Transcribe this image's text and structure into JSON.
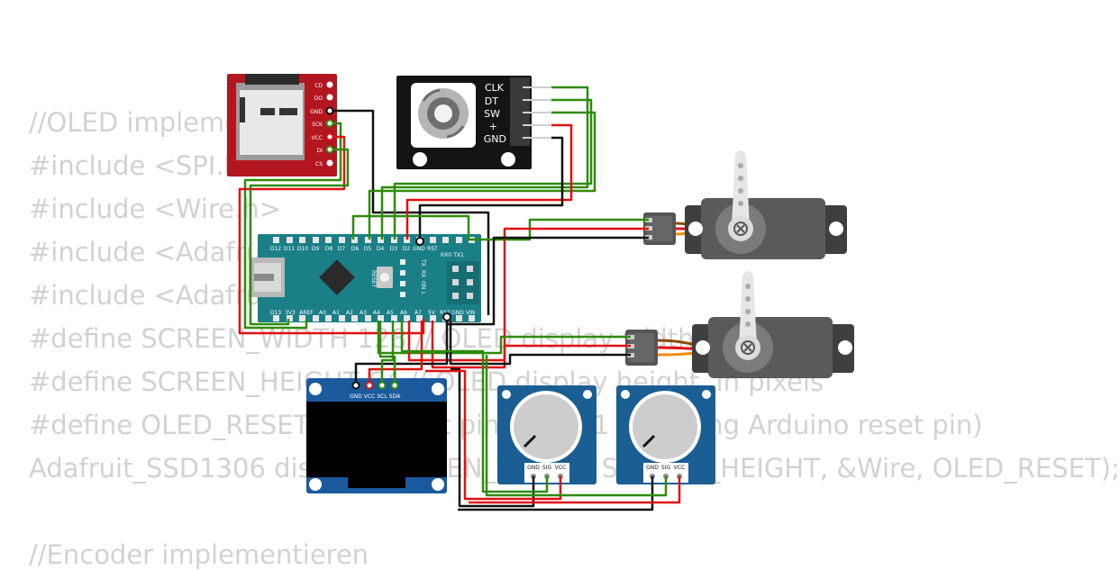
{
  "code_lines": [
    "//OLED implementieren",
    "#include <SPI.h>",
    "#include <Wire.h>",
    "#include <Adafruit_GFX.h>",
    "#include <Adafruit_SSD1306.h>",
    "#define SCREEN_WIDTH 128 // OLED display width, in pixels",
    "#define SCREEN_HEIGHT 64 // OLED display height, in pixels",
    "#define OLED_RESET -1 // Reset pin # (or -1 if sharing Arduino reset pin)",
    "Adafruit_SSD1306 display(SCREEN_WIDTH, SCREEN_HEIGHT, &Wire, OLED_RESET);",
    "",
    "//Encoder implementieren"
  ],
  "sd_module": {
    "pins": [
      "CD",
      "DO",
      "GND",
      "SCK",
      "VCC",
      "DI",
      "CS"
    ]
  },
  "encoder": {
    "pins": [
      "CLK",
      "DT",
      "SW",
      "+",
      "GND"
    ]
  },
  "arduino": {
    "top_pins": [
      "D12",
      "D11",
      "D10",
      "D9",
      "D8",
      "D7",
      "D6",
      "D5",
      "D4",
      "D3",
      "D2",
      "GND",
      "RST",
      "RX0",
      "TX1"
    ],
    "bottom_pins": [
      "D13",
      "3V3",
      "AREF",
      "A0",
      "A1",
      "A2",
      "A3",
      "A4",
      "A5",
      "A6",
      "A7",
      "5V",
      "RST",
      "GND",
      "VIN"
    ],
    "reset_label": "RESET",
    "leds": [
      "TX",
      "RX",
      "ON",
      "L"
    ]
  },
  "oled": {
    "pins": [
      "GND",
      "VCC",
      "SCL",
      "SDA"
    ]
  },
  "potentiometer_1": {
    "pins": [
      "GND",
      "SIG",
      "VCC"
    ]
  },
  "potentiometer_2": {
    "pins": [
      "GND",
      "SIG",
      "VCC"
    ]
  },
  "servos": 2,
  "colors": {
    "wire_green": "#2e8b0a",
    "wire_red": "#e01010",
    "wire_black": "#111111",
    "arduino_board": "#1a7f86",
    "sd_board": "#b3161e",
    "pot_board": "#1a5e93",
    "servo_body": "#5a5a5a"
  }
}
